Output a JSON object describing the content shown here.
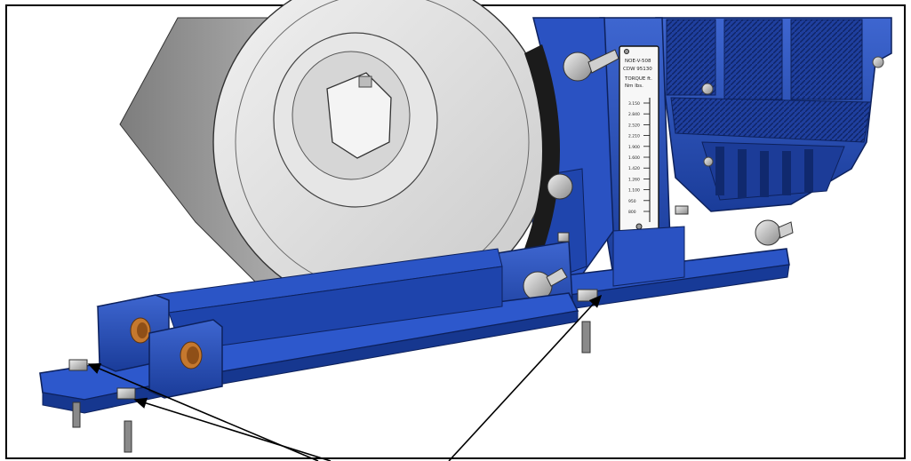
{
  "colors": {
    "frame_border": "#000000",
    "brake_blue": "#2149b8",
    "brake_blue_dark": "#15307e",
    "brake_blue_light": "#4c72da",
    "drum_grey": "#cfcfcf",
    "drum_dark": "#8f8f8f",
    "lining_black": "#1b1b1b",
    "bolt_grey": "#b9b9b9",
    "bushing_bronze": "#c5782e",
    "arrow": "#000000"
  },
  "nameplate": {
    "model_line": "NOE-V-508",
    "serial_line": "CDW 95130",
    "torque_header_1": "TORQUE ft.",
    "torque_header_2": "Nm lbs.",
    "scale_values": [
      "3.150",
      "2.840",
      "2.520",
      "2.210",
      "1.900",
      "1.600",
      "1.420",
      "1.260",
      "1.100",
      "950",
      "800"
    ]
  },
  "icons": {
    "drum": "brake-drum",
    "motor": "thruster-motor",
    "bolt": "hex-bolt",
    "arrow": "callout-arrow"
  }
}
